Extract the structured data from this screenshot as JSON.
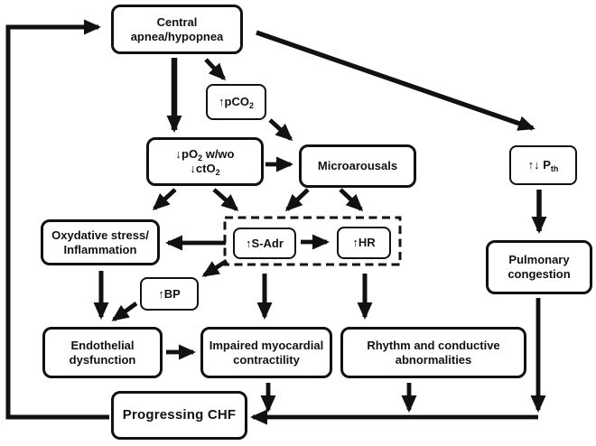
{
  "figure": {
    "description": "Pathophysiology flowchart linking central apnea/hypopnea to progressing CHF",
    "colors": {
      "ink": "#111111",
      "background": "#ffffff"
    }
  },
  "nodes": {
    "central": {
      "line1": "Central",
      "line2": "apnea/hypopnea"
    },
    "pco2": {
      "pre": "↑pCO",
      "sub": "2"
    },
    "po2": {
      "l1pre": "↓pO",
      "l1sub": "2",
      "l1post": " w/wo",
      "l2pre": "↓ctO",
      "l2sub": "2"
    },
    "micro": {
      "label": "Microarousals"
    },
    "pth": {
      "pre": "↑↓ P",
      "sub": "th"
    },
    "oxy": {
      "line1": "Oxydative stress/",
      "line2": "Inflammation"
    },
    "sadr": {
      "label": "↑S-Adr"
    },
    "hr": {
      "label": "↑HR"
    },
    "bp": {
      "label": "↑BP"
    },
    "pulm": {
      "line1": "Pulmonary",
      "line2": "congestion"
    },
    "endo": {
      "line1": "Endothelial",
      "line2": "dysfunction"
    },
    "imp": {
      "line1": "Impaired myocardial",
      "line2": "contractility"
    },
    "rhythm": {
      "line1": "Rhythm and conductive",
      "line2": "abnormalities"
    },
    "chf": {
      "label": "Progressing CHF"
    }
  },
  "edges": [
    {
      "from": "progressing-chf",
      "to": "central-apnea-hypopnea"
    },
    {
      "from": "central-apnea-hypopnea",
      "to": "pco2"
    },
    {
      "from": "central-apnea-hypopnea",
      "to": "po2-cto2"
    },
    {
      "from": "central-apnea-hypopnea",
      "to": "pth"
    },
    {
      "from": "pco2",
      "to": "microarousals"
    },
    {
      "from": "po2-cto2",
      "to": "microarousals"
    },
    {
      "from": "po2-cto2",
      "to": "oxidative-stress-inflammation"
    },
    {
      "from": "po2-cto2",
      "to": "s-adr"
    },
    {
      "from": "microarousals",
      "to": "s-adr"
    },
    {
      "from": "microarousals",
      "to": "hr"
    },
    {
      "from": "s-adr",
      "to": "hr"
    },
    {
      "from": "s-adr",
      "to": "oxidative-stress-inflammation"
    },
    {
      "from": "s-adr",
      "to": "bp"
    },
    {
      "from": "s-adr",
      "to": "impaired-myocardial-contractility"
    },
    {
      "from": "hr",
      "to": "rhythm-conductive-abnormalities"
    },
    {
      "from": "oxidative-stress-inflammation",
      "to": "endothelial-dysfunction"
    },
    {
      "from": "bp",
      "to": "endothelial-dysfunction"
    },
    {
      "from": "endothelial-dysfunction",
      "to": "impaired-myocardial-contractility"
    },
    {
      "from": "pth",
      "to": "pulmonary-congestion"
    },
    {
      "from": "impaired-myocardial-contractility",
      "to": "progressing-chf"
    },
    {
      "from": "rhythm-conductive-abnormalities",
      "to": "progressing-chf"
    },
    {
      "from": "pulmonary-congestion",
      "to": "progressing-chf"
    }
  ]
}
